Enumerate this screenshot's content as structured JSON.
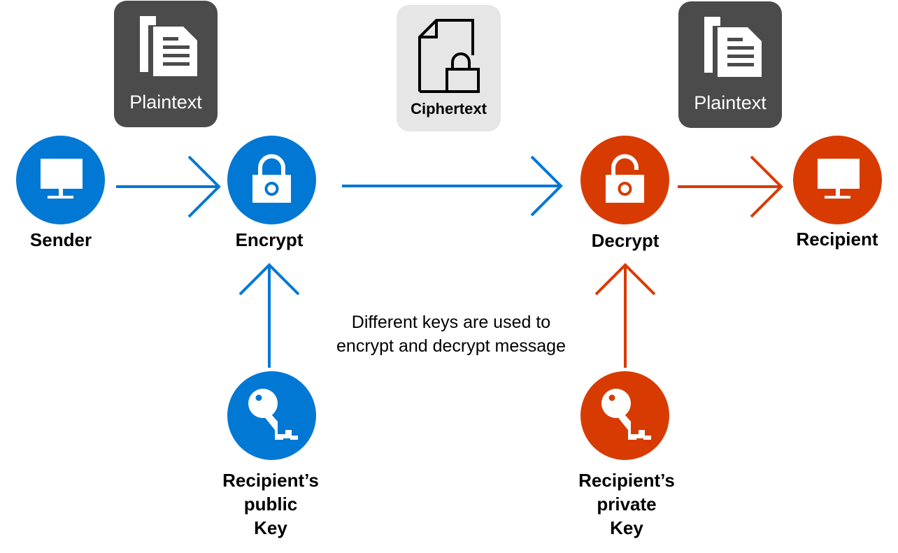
{
  "colors": {
    "blue": "#0078d4",
    "red": "#d83b01",
    "tile_dark": "#4b4b4b",
    "tile_light": "#e6e6e6"
  },
  "tiles": {
    "plaintext_left": {
      "label": "Plaintext",
      "icon": "document-icon"
    },
    "ciphertext": {
      "label": "Ciphertext",
      "icon": "locked-document-icon"
    },
    "plaintext_right": {
      "label": "Plaintext",
      "icon": "document-icon"
    }
  },
  "nodes": {
    "sender": {
      "label": "Sender",
      "icon": "monitor-icon"
    },
    "encrypt": {
      "label": "Encrypt",
      "icon": "lock-closed-icon"
    },
    "decrypt": {
      "label": "Decrypt",
      "icon": "lock-open-icon"
    },
    "recipient": {
      "label": "Recipient",
      "icon": "monitor-icon"
    }
  },
  "keys": {
    "public": {
      "label_lines": [
        "Recipient’s",
        "public",
        "Key"
      ],
      "icon": "key-icon"
    },
    "private": {
      "label_lines": [
        "Recipient’s",
        "private",
        "Key"
      ],
      "icon": "key-icon"
    }
  },
  "note": {
    "lines": [
      "Different keys are used to",
      "encrypt and decrypt message"
    ]
  }
}
